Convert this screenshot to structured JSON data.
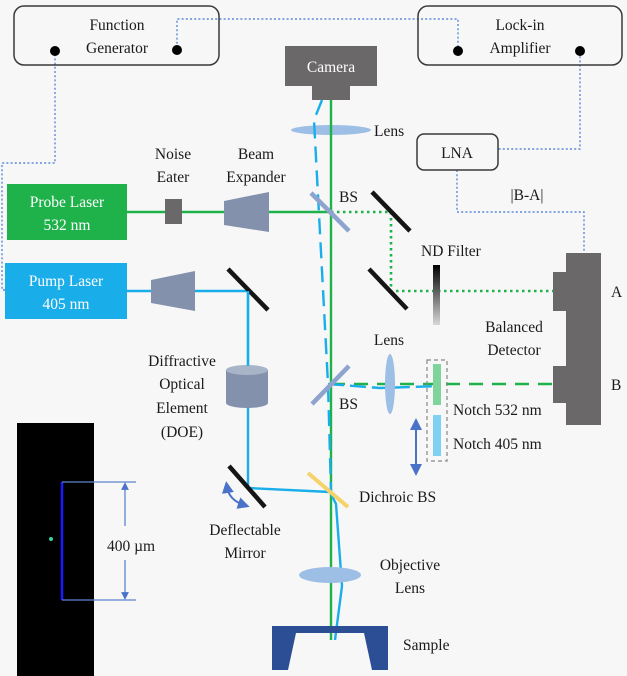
{
  "colors": {
    "background": "#f7f7f7",
    "probe_green": "#1fb24a",
    "pump_blue": "#19aeea",
    "signal_dotted": "#4a7fd4",
    "device_gray": "#6b6869",
    "optic_gray": "#8391ad",
    "lens_blue": "#9dbfe6",
    "dichroic_yellow": "#f5d36a",
    "sample_navy": "#2b4e95",
    "mirror_black": "#151515",
    "notch_green": "#7fd49c",
    "notch_blue": "#7fd0f3"
  },
  "instruments": {
    "function_generator": {
      "line1": "Function",
      "line2": "Generator"
    },
    "lockin_amplifier": {
      "line1": "Lock-in",
      "line2": "Amplifier"
    },
    "lna": {
      "label": "LNA"
    },
    "camera": {
      "label": "Camera"
    },
    "balanced_detector": {
      "line1": "Balanced",
      "line2": "Detector",
      "port_a": "A",
      "port_b": "B"
    }
  },
  "lasers": {
    "probe": {
      "line1": "Probe Laser",
      "line2": "532 nm"
    },
    "pump": {
      "line1": "Pump Laser",
      "line2": "405 nm"
    }
  },
  "components": {
    "noise_eater": {
      "line1": "Noise",
      "line2": "Eater"
    },
    "beam_expander": {
      "line1": "Beam",
      "line2": "Expander"
    },
    "lens_top": "Lens",
    "bs_top": "BS",
    "nd_filter": "ND Filter",
    "signal_diff": "|B-A|",
    "lens_mid": "Lens",
    "bs_mid": "BS",
    "notch_532": "Notch 532 nm",
    "notch_405": "Notch 405 nm",
    "doe": {
      "line1": "Diffractive",
      "line2": "Optical",
      "line3": "Element",
      "line4": "(DOE)"
    },
    "deflectable_mirror": {
      "line1": "Deflectable",
      "line2": "Mirror"
    },
    "dichroic_bs": "Dichroic BS",
    "objective_lens": {
      "line1": "Objective",
      "line2": "Lens"
    },
    "sample": "Sample"
  },
  "inset": {
    "scale_label": "400 µm"
  }
}
